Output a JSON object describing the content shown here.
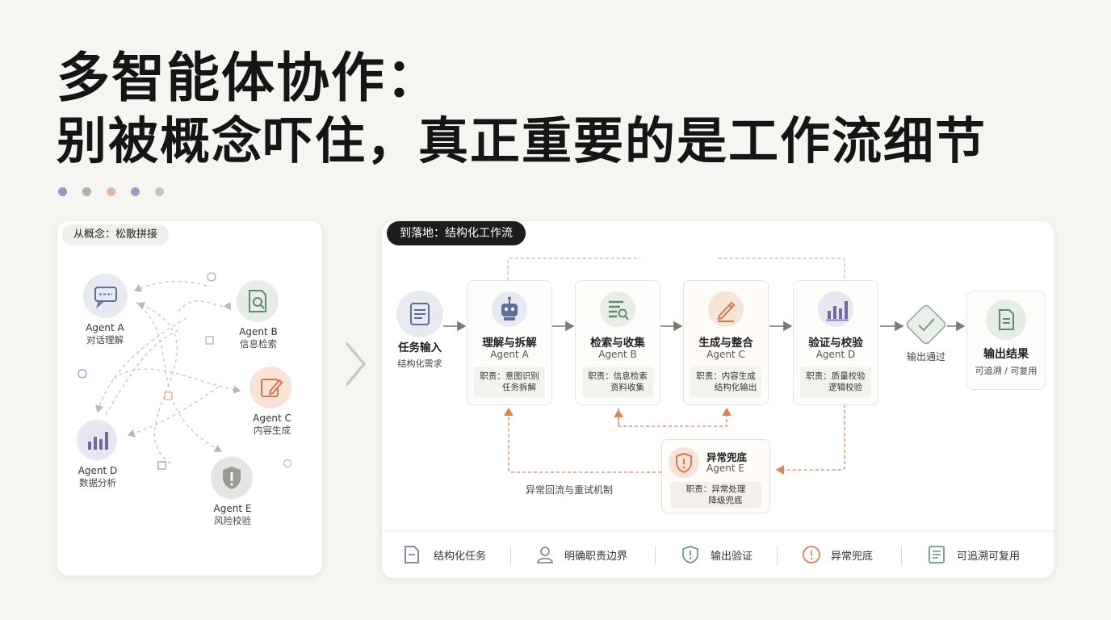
{
  "title": {
    "line1": "多智能体协作：",
    "line2": "别被概念吓住，真正重要的是工作流细节"
  },
  "dots": [
    "#8e9bbd",
    "#a6b8a5",
    "#e4b9a4",
    "#9f9bbd",
    "#c4c6c2"
  ],
  "left_panel": {
    "label": "从概念：松散拼接",
    "agents": [
      {
        "name": "Agent A",
        "role": "对话理解",
        "icon": "chat-icon"
      },
      {
        "name": "Agent B",
        "role": "信息检索",
        "icon": "doc-search-icon"
      },
      {
        "name": "Agent C",
        "role": "内容生成",
        "icon": "edit-icon"
      },
      {
        "name": "Agent D",
        "role": "数据分析",
        "icon": "bar-chart-icon"
      },
      {
        "name": "Agent E",
        "role": "风险校验",
        "icon": "shield-alert-icon"
      }
    ]
  },
  "right_panel": {
    "label": "到落地：结构化工作流",
    "input": {
      "title": "任务输入",
      "sub": "结构化需求",
      "icon": "list-icon"
    },
    "steps": [
      {
        "name": "理解与拆解",
        "agent": "Agent A",
        "duty1": "职责：意图识别",
        "duty2": "任务拆解",
        "icon": "robot-icon"
      },
      {
        "name": "检索与收集",
        "agent": "Agent B",
        "duty1": "职责：信息检索",
        "duty2": "资料收集",
        "icon": "search-list-icon"
      },
      {
        "name": "生成与整合",
        "agent": "Agent C",
        "duty1": "职责：内容生成",
        "duty2": "结构化输出",
        "icon": "pencil-icon"
      },
      {
        "name": "验证与校验",
        "agent": "Agent D",
        "duty1": "职责：质量校验",
        "duty2": "逻辑校验",
        "icon": "bar-chart-icon"
      }
    ],
    "pass_label": "输出通过",
    "output": {
      "title": "输出结果",
      "sub": "可追溯 / 可复用",
      "icon": "document-icon"
    },
    "fallback": {
      "name": "异常兜底",
      "agent": "Agent E",
      "duty1": "职责：异常处理",
      "duty2": "降级兜底",
      "icon": "shield-alert-icon"
    },
    "retry_label": "异常回流与重试机制",
    "features": [
      {
        "label": "结构化任务",
        "icon": "document-icon"
      },
      {
        "label": "明确职责边界",
        "icon": "user-icon"
      },
      {
        "label": "输出验证",
        "icon": "shield-alert-icon"
      },
      {
        "label": "异常兜底",
        "icon": "alert-circle-icon"
      },
      {
        "label": "可追溯可复用",
        "icon": "list-doc-icon"
      }
    ]
  },
  "colors": {
    "blue": "#6d7fa6",
    "green": "#6f9a7f",
    "orange": "#d9845a",
    "purple": "#7c76a8",
    "gray": "#8a8a86",
    "retry": "#d9845a"
  }
}
